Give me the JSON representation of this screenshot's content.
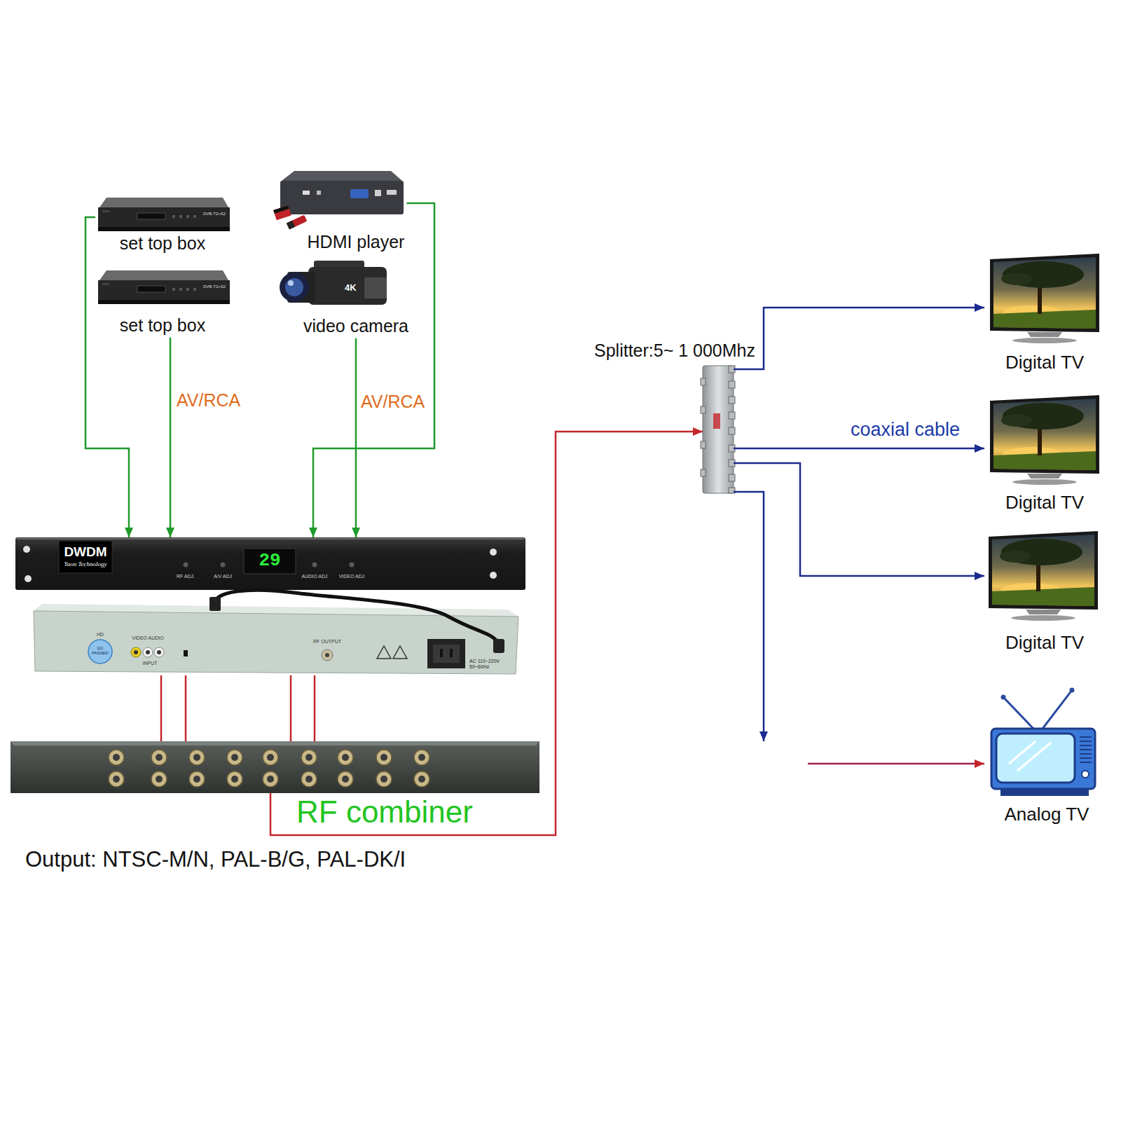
{
  "diagram": {
    "nodes": [
      {
        "text": [
          "set top box"
        ]
      },
      {
        "text": [
          "set top box"
        ]
      },
      {
        "text": [
          "HDMI player"
        ]
      },
      {
        "text": [
          "video camera"
        ]
      },
      {
        "text": [
          "DWDM",
          "Yaon Technology",
          "29",
          "RF ADJ.",
          "A/V ADJ",
          "AUDIO ADJ",
          "VIDEO ADJ"
        ]
      },
      {
        "text": [
          "HD",
          "QC PASSED",
          "VIDEO AUDIO",
          "INPUT",
          "RF OUTPUT",
          "AC 110~220V 50~60Hz"
        ]
      },
      {
        "text": [
          "RF combiner"
        ]
      },
      {
        "text": [
          "Splitter:5~ 1 000Mhz"
        ]
      },
      {
        "text": [
          "Digital TV"
        ]
      },
      {
        "text": [
          "Digital TV"
        ]
      },
      {
        "text": [
          "Digital TV"
        ]
      },
      {
        "text": [
          "Analog TV"
        ]
      }
    ],
    "edges": [
      {
        "from": 0,
        "to": 4,
        "arrow": "to"
      },
      {
        "from": 1,
        "to": 4,
        "arrow": "to",
        "label": "AV/RCA"
      },
      {
        "from": 2,
        "to": 4,
        "arrow": "to"
      },
      {
        "from": 3,
        "to": 4,
        "arrow": "to",
        "label": "AV/RCA"
      },
      {
        "from": 5,
        "to": 6,
        "arrow": "none"
      },
      {
        "from": 5,
        "to": 6,
        "arrow": "none"
      },
      {
        "from": 5,
        "to": 6,
        "arrow": "none"
      },
      {
        "from": 5,
        "to": 6,
        "arrow": "none"
      },
      {
        "from": 6,
        "to": 7,
        "arrow": "to"
      },
      {
        "from": 7,
        "to": 8,
        "arrow": "to"
      },
      {
        "from": 7,
        "to": 9,
        "arrow": "to",
        "label": "coaxial cable"
      },
      {
        "from": 7,
        "to": 10,
        "arrow": "to"
      }
    ],
    "labels": [
      "DVB-T2+S2",
      "DVB-T2+S2",
      "4K",
      "Output: NTSC-M/N, PAL-B/G, PAL-DK/I"
    ]
  }
}
